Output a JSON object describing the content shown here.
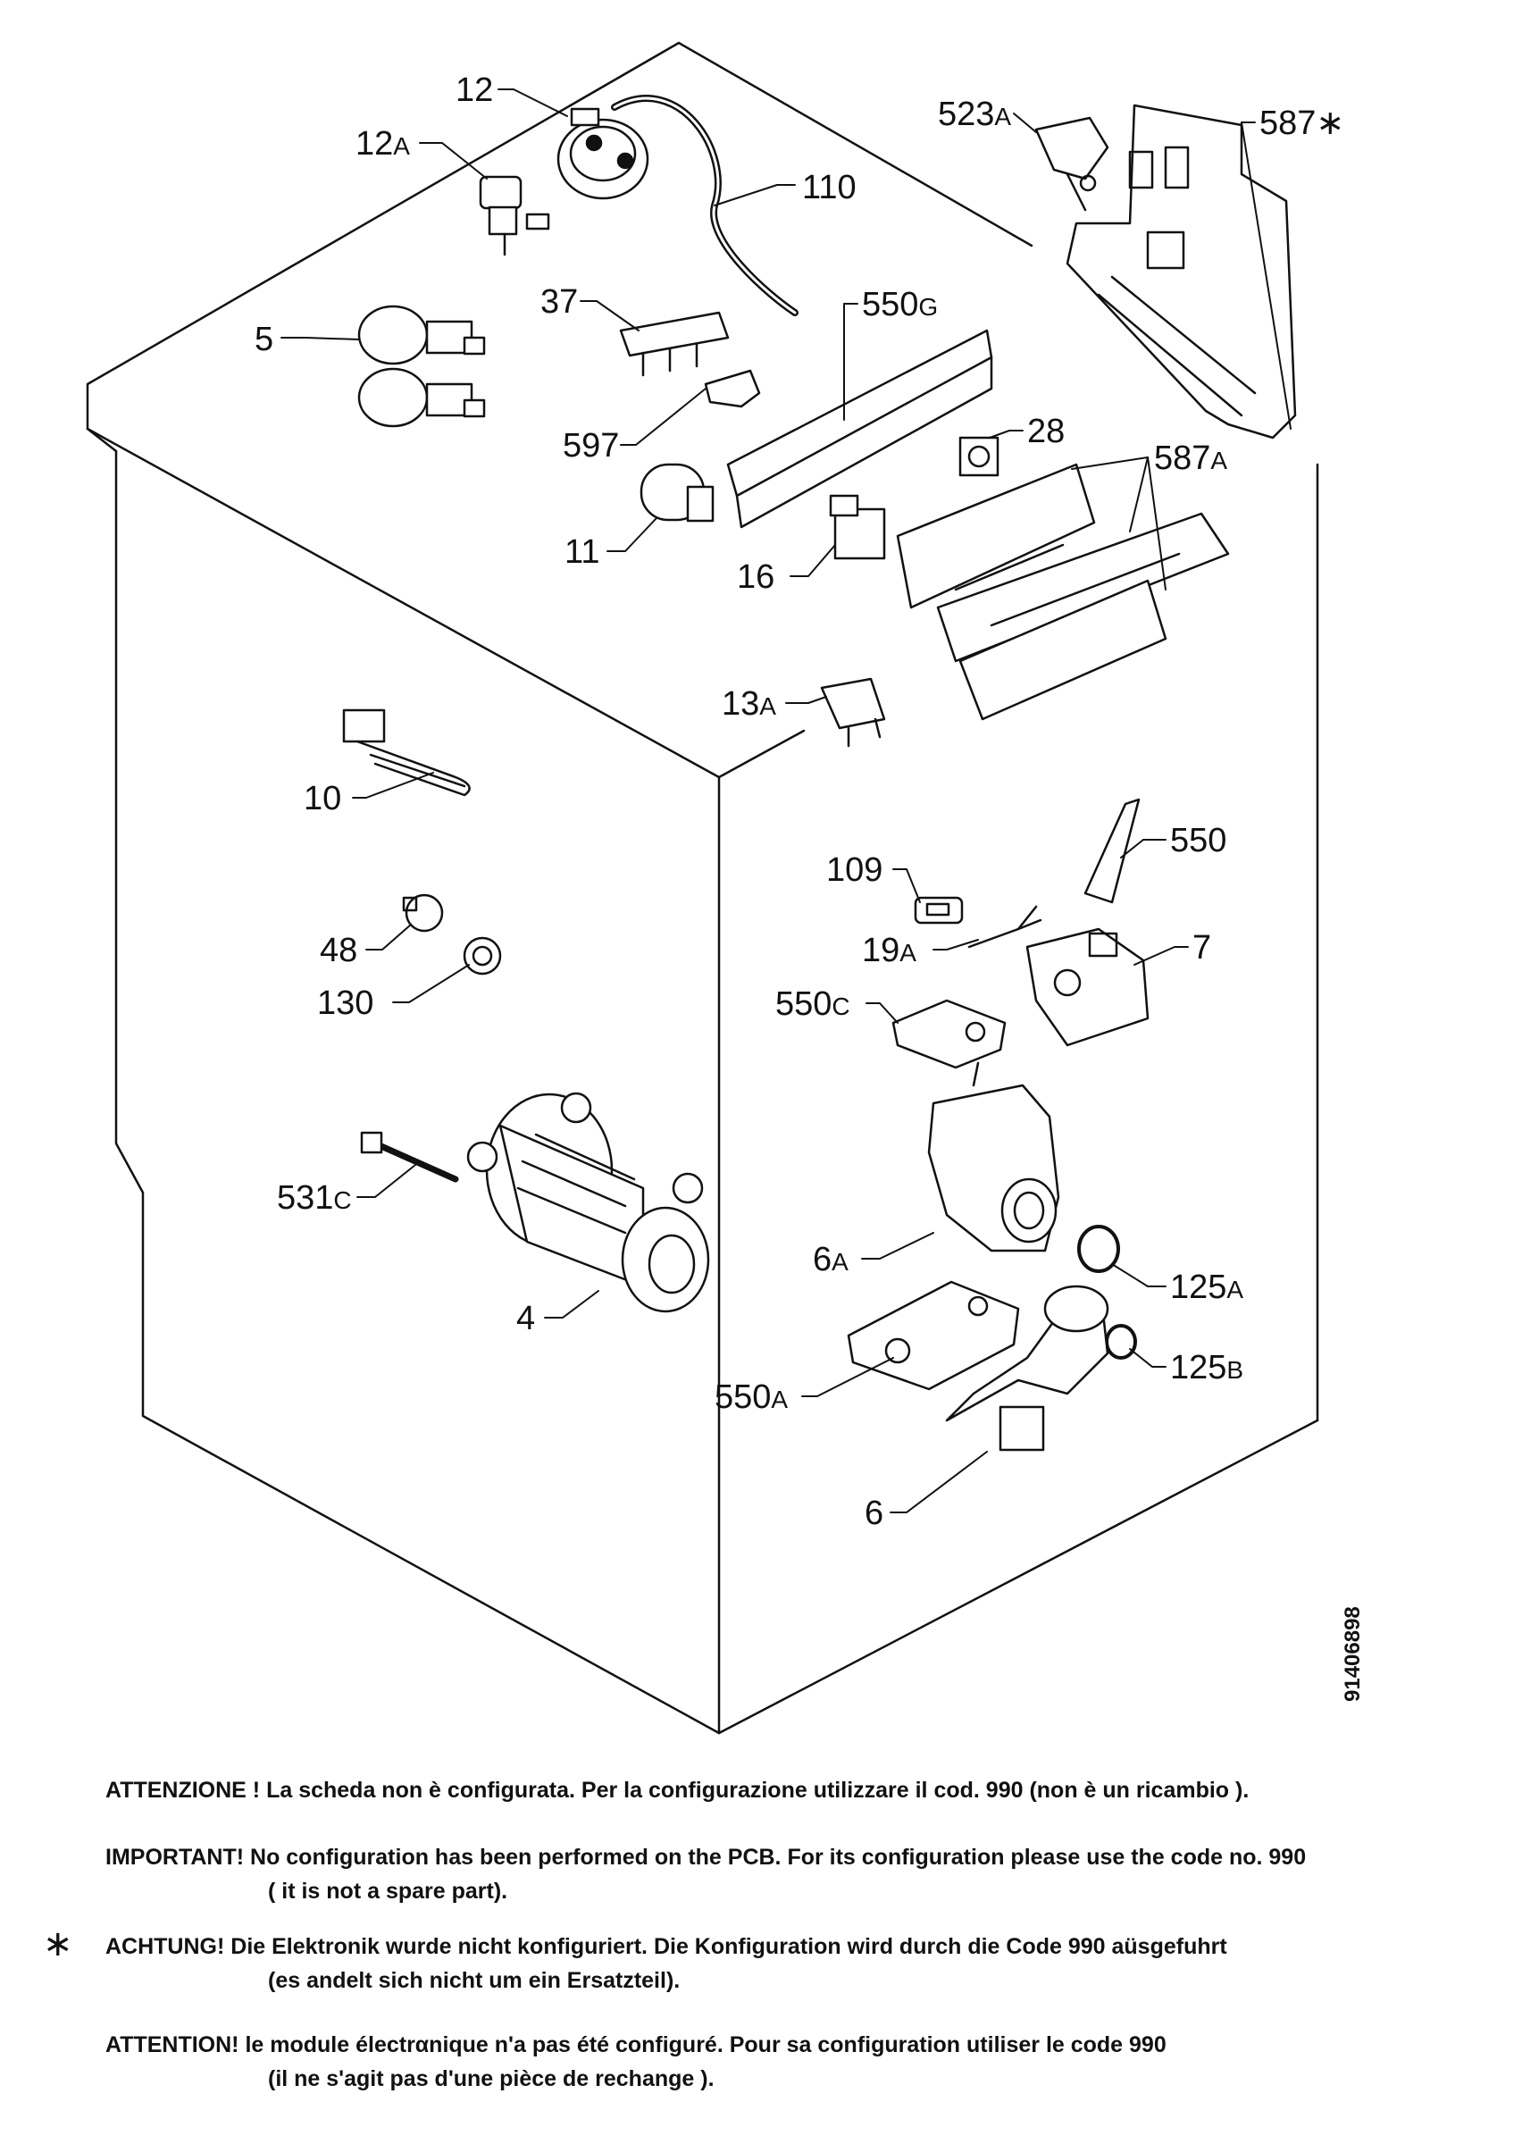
{
  "diagram": {
    "reference_code": "91406898",
    "labels": {
      "l12": {
        "num": "12",
        "suffix": ""
      },
      "l12a": {
        "num": "12",
        "suffix": "A"
      },
      "l110": {
        "num": "110",
        "suffix": ""
      },
      "l523a": {
        "num": "523",
        "suffix": "A"
      },
      "l587star": {
        "num": "587∗",
        "suffix": ""
      },
      "l5": {
        "num": "5",
        "suffix": ""
      },
      "l37": {
        "num": "37",
        "suffix": ""
      },
      "l550g": {
        "num": "550",
        "suffix": "G"
      },
      "l597": {
        "num": "597",
        "suffix": ""
      },
      "l28": {
        "num": "28",
        "suffix": ""
      },
      "l587a": {
        "num": "587",
        "suffix": "A"
      },
      "l11": {
        "num": "11",
        "suffix": ""
      },
      "l16": {
        "num": "16",
        "suffix": ""
      },
      "l13a": {
        "num": "13",
        "suffix": "A"
      },
      "l10": {
        "num": "10",
        "suffix": ""
      },
      "l550": {
        "num": "550",
        "suffix": ""
      },
      "l109": {
        "num": "109",
        "suffix": ""
      },
      "l19a": {
        "num": "19",
        "suffix": "A"
      },
      "l7": {
        "num": "7",
        "suffix": ""
      },
      "l48": {
        "num": "48",
        "suffix": ""
      },
      "l130": {
        "num": "130",
        "suffix": ""
      },
      "l550c": {
        "num": "550",
        "suffix": "C"
      },
      "l531c": {
        "num": "531",
        "suffix": "C"
      },
      "l6a": {
        "num": "6",
        "suffix": "A"
      },
      "l125a": {
        "num": "125",
        "suffix": "A"
      },
      "l4": {
        "num": "4",
        "suffix": ""
      },
      "l125b": {
        "num": "125",
        "suffix": "B"
      },
      "l550a": {
        "num": "550",
        "suffix": "A"
      },
      "l6": {
        "num": "6",
        "suffix": ""
      }
    }
  },
  "notes": {
    "star_symbol": "∗",
    "italian": "ATTENZIONE ! La scheda non è configurata. Per la configurazione utilizzare il cod. 990 (non è un ricambio ).",
    "english_line1": "IMPORTANT! No configuration has been performed on the PCB. For its configuration please use the code no. 990",
    "english_line2": "( it is not a spare part).",
    "german_line1": "ACHTUNG! Die Elektronik wurde nicht konfiguriert. Die Konfiguration wird durch die Code 990 aüsgefuhrt",
    "german_line2": "(es andelt sich nicht um ein Ersatzteil).",
    "french_line1": "ATTENTION! le module électrαnique n'a pas été configuré. Pour  sa configuration utiliser le code 990",
    "french_line2": "(il ne s'agit pas d'une pièce de rechange )."
  }
}
